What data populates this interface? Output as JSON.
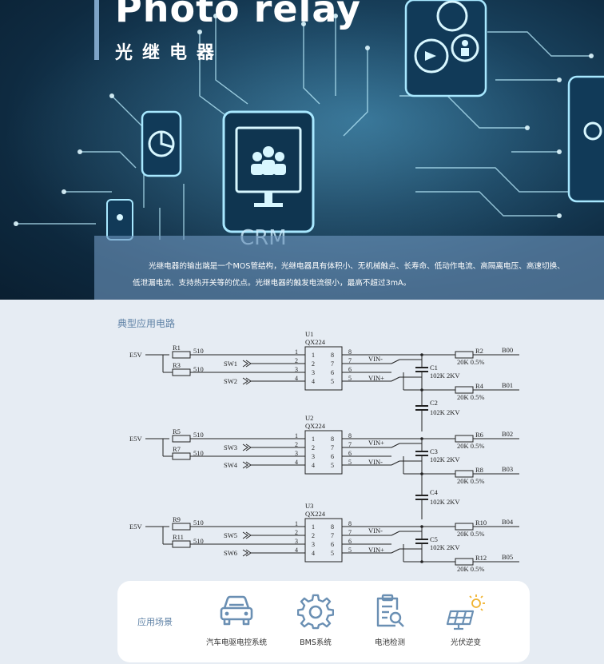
{
  "hero": {
    "title": "Photo relay",
    "subtitle": "光继电器",
    "crm_label": "CRM",
    "description": "光继电器的输出端是一个MOS管结构，光继电器具有体积小、无机械触点、长寿命、低动作电流、高隔离电压、高速切换、低泄漏电流、支持热开关等的优点。光继电器的触发电流很小，最高不超过3mA。"
  },
  "circuit": {
    "heading": "典型应用电路",
    "supply": "E5V",
    "resistor_value": "510",
    "chip_part": "QX224",
    "pins_left": [
      "1",
      "2",
      "3",
      "4"
    ],
    "pins_right": [
      "8",
      "7",
      "6",
      "5"
    ],
    "cap_value": "102K 2KV",
    "out_res_value": "20K 0.5%",
    "units": [
      {
        "designator": "U1",
        "r_top": "R1",
        "r_bot": "R3",
        "sw_a": "SW1",
        "sw_b": "SW2",
        "vin_a": "VIN-",
        "vin_b": "VIN+",
        "cap": "C1",
        "out_top": {
          "res": "R2",
          "bus": "B00"
        },
        "out_bot": {
          "res": "R4",
          "bus": "B01"
        }
      },
      {
        "designator": "U2",
        "r_top": "R5",
        "r_bot": "R7",
        "sw_a": "SW3",
        "sw_b": "SW4",
        "vin_a": "VIN+",
        "vin_b": "VIN-",
        "cap": "C3",
        "out_top": {
          "res": "R6",
          "bus": "B02"
        },
        "out_bot": {
          "res": "R8",
          "bus": "B03"
        }
      },
      {
        "designator": "U3",
        "r_top": "R9",
        "r_bot": "R11",
        "sw_a": "SW5",
        "sw_b": "SW6",
        "vin_a": "VIN-",
        "vin_b": "VIN+",
        "cap": "C5",
        "out_top": {
          "res": "R10",
          "bus": "B04"
        },
        "out_bot": {
          "res": "R12",
          "bus": "B05"
        }
      }
    ],
    "between_caps": [
      "C2",
      "C4"
    ]
  },
  "applications": {
    "title": "应用场景",
    "accent_color": "#6a8fb3",
    "items": [
      {
        "label": "汽车电驱电控系统",
        "icon": "car-icon"
      },
      {
        "label": "BMS系统",
        "icon": "gear-icon"
      },
      {
        "label": "电池检测",
        "icon": "battery-test-icon"
      },
      {
        "label": "光伏逆变",
        "icon": "solar-panel-icon"
      }
    ]
  }
}
